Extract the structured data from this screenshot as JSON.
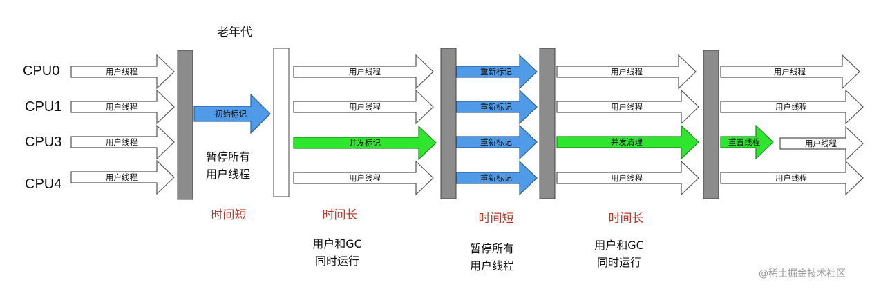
{
  "title": "老年代",
  "cpus": [
    "CPU0",
    "CPU1",
    "CPU3",
    "CPU4"
  ],
  "arrow_texts": {
    "user_thread": "用户线程",
    "initial_mark": "初始标记",
    "concurrent_mark": "并发标记",
    "remark": "重新标记",
    "concurrent_sweep": "并发清理",
    "reset_thread": "重置线程"
  },
  "phases": [
    {
      "time": "时间短",
      "note": [
        "暂停所有",
        "用户线程"
      ]
    },
    {
      "time": "时间长",
      "note": [
        "用户和GC",
        "同时运行"
      ]
    },
    {
      "time": "时间短",
      "note": [
        "暂停所有",
        "用户线程"
      ]
    },
    {
      "time": "时间长",
      "note": [
        "用户和GC",
        "同时运行"
      ]
    }
  ],
  "watermark": "@稀土掘金技术社区",
  "colors": {
    "user_arrow": "#ffffff",
    "initial_mark_arrow": "#4f9be8",
    "remark_arrow": "#4f9be8",
    "concurrent_arrow": "#2ee62e",
    "pause_bar": "#8c8c8c",
    "phase_text": "#c0392b"
  }
}
